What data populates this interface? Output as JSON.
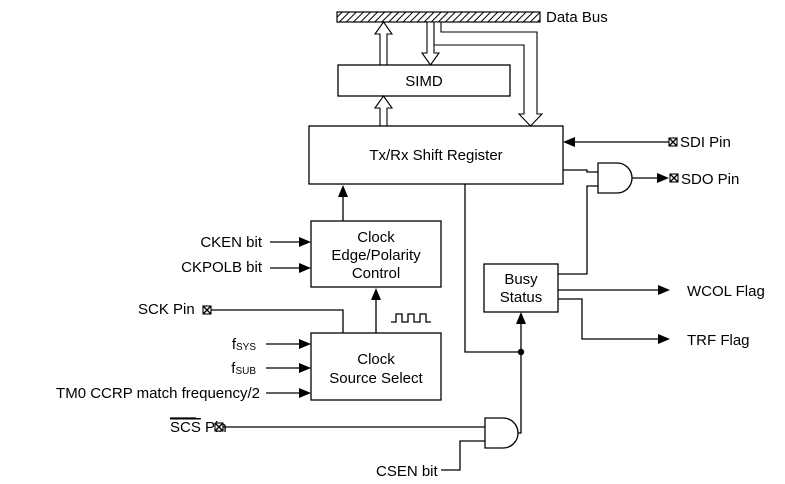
{
  "bus": {
    "label": "Data Bus"
  },
  "blocks": {
    "simd": "SIMD",
    "shift_register": "Tx/Rx Shift Register",
    "clock_edge": [
      "Clock",
      "Edge/Polarity",
      "Control"
    ],
    "busy_status": [
      "Busy",
      "Status"
    ],
    "clock_source": [
      "Clock",
      "Source Select"
    ]
  },
  "pins": {
    "sdi": "SDI Pin",
    "sdo": "SDO Pin",
    "sck": "SCK Pin",
    "scs_bar": "SCS",
    "scs_suffix": " Pin"
  },
  "inputs": {
    "cken": "CKEN bit",
    "ckpolb": "CKPOLB bit",
    "fsys_main": "f",
    "fsys_sub": "SYS",
    "fsub_main": "f",
    "fsub_sub": "SUB",
    "tm0": "TM0 CCRP match frequency/2",
    "csen": "CSEN bit"
  },
  "outputs": {
    "wcol": "WCOL Flag",
    "trf": "TRF Flag"
  }
}
